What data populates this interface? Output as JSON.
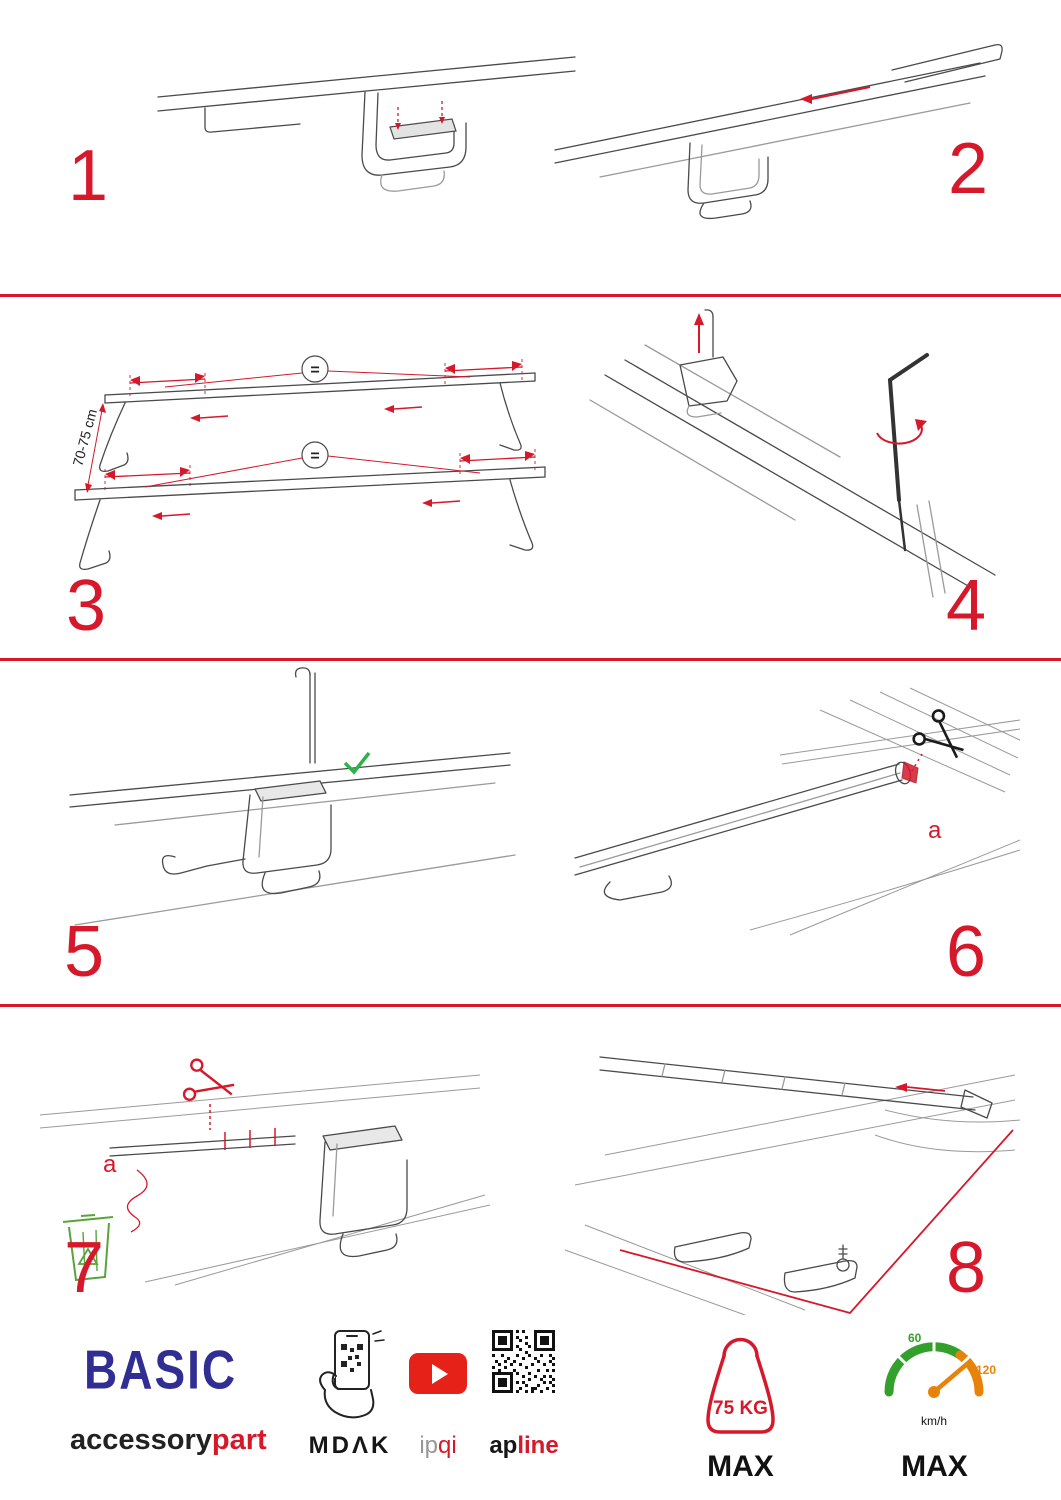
{
  "page": {
    "accent": "#d6182b"
  },
  "steps": [
    {
      "number": "1"
    },
    {
      "number": "2"
    },
    {
      "number": "3"
    },
    {
      "number": "4"
    },
    {
      "number": "5"
    },
    {
      "number": "6"
    },
    {
      "number": "7"
    },
    {
      "number": "8"
    }
  ],
  "step3": {
    "equal_sign": "=",
    "distance_label": "70-75 cm"
  },
  "step6": {
    "cut_label": "a"
  },
  "step7": {
    "cut_label": "a"
  },
  "footer": {
    "brand_title": "BASIC",
    "brand_left": "accessory",
    "brand_right": "part",
    "app_store_label": "MDΛK",
    "video_label_left": "ip",
    "video_label_right": "qi",
    "qr_label_left": "ap",
    "qr_label_right": "line",
    "weight_value": "75 KG",
    "weight_max": "MAX",
    "speed_low": "60",
    "speed_high": "120",
    "speed_unit": "km/h",
    "speed_max": "MAX"
  }
}
